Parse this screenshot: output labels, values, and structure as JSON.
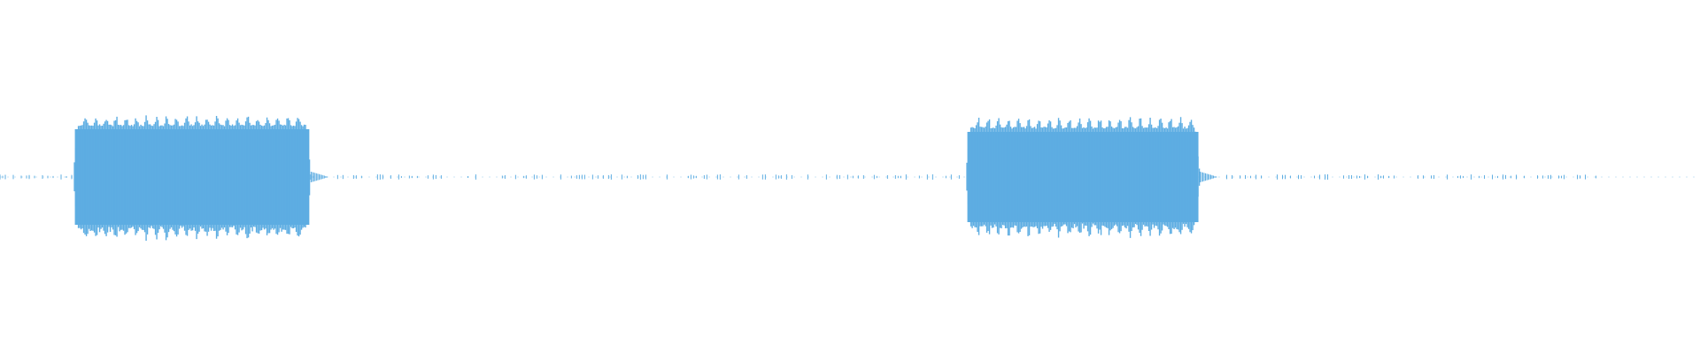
{
  "waveform": {
    "color": "#5dade2",
    "background": "#ffffff",
    "segments": [
      {
        "start": 0.043,
        "end": 0.183,
        "amplitude": 0.54,
        "peak": 0.7
      },
      {
        "start": 0.568,
        "end": 0.706,
        "amplitude": 0.51,
        "peak": 0.68
      }
    ],
    "noise_regions": [
      {
        "start": 0.0,
        "end": 0.043
      },
      {
        "start": 0.183,
        "end": 0.568
      },
      {
        "start": 0.706,
        "end": 0.94
      }
    ]
  }
}
